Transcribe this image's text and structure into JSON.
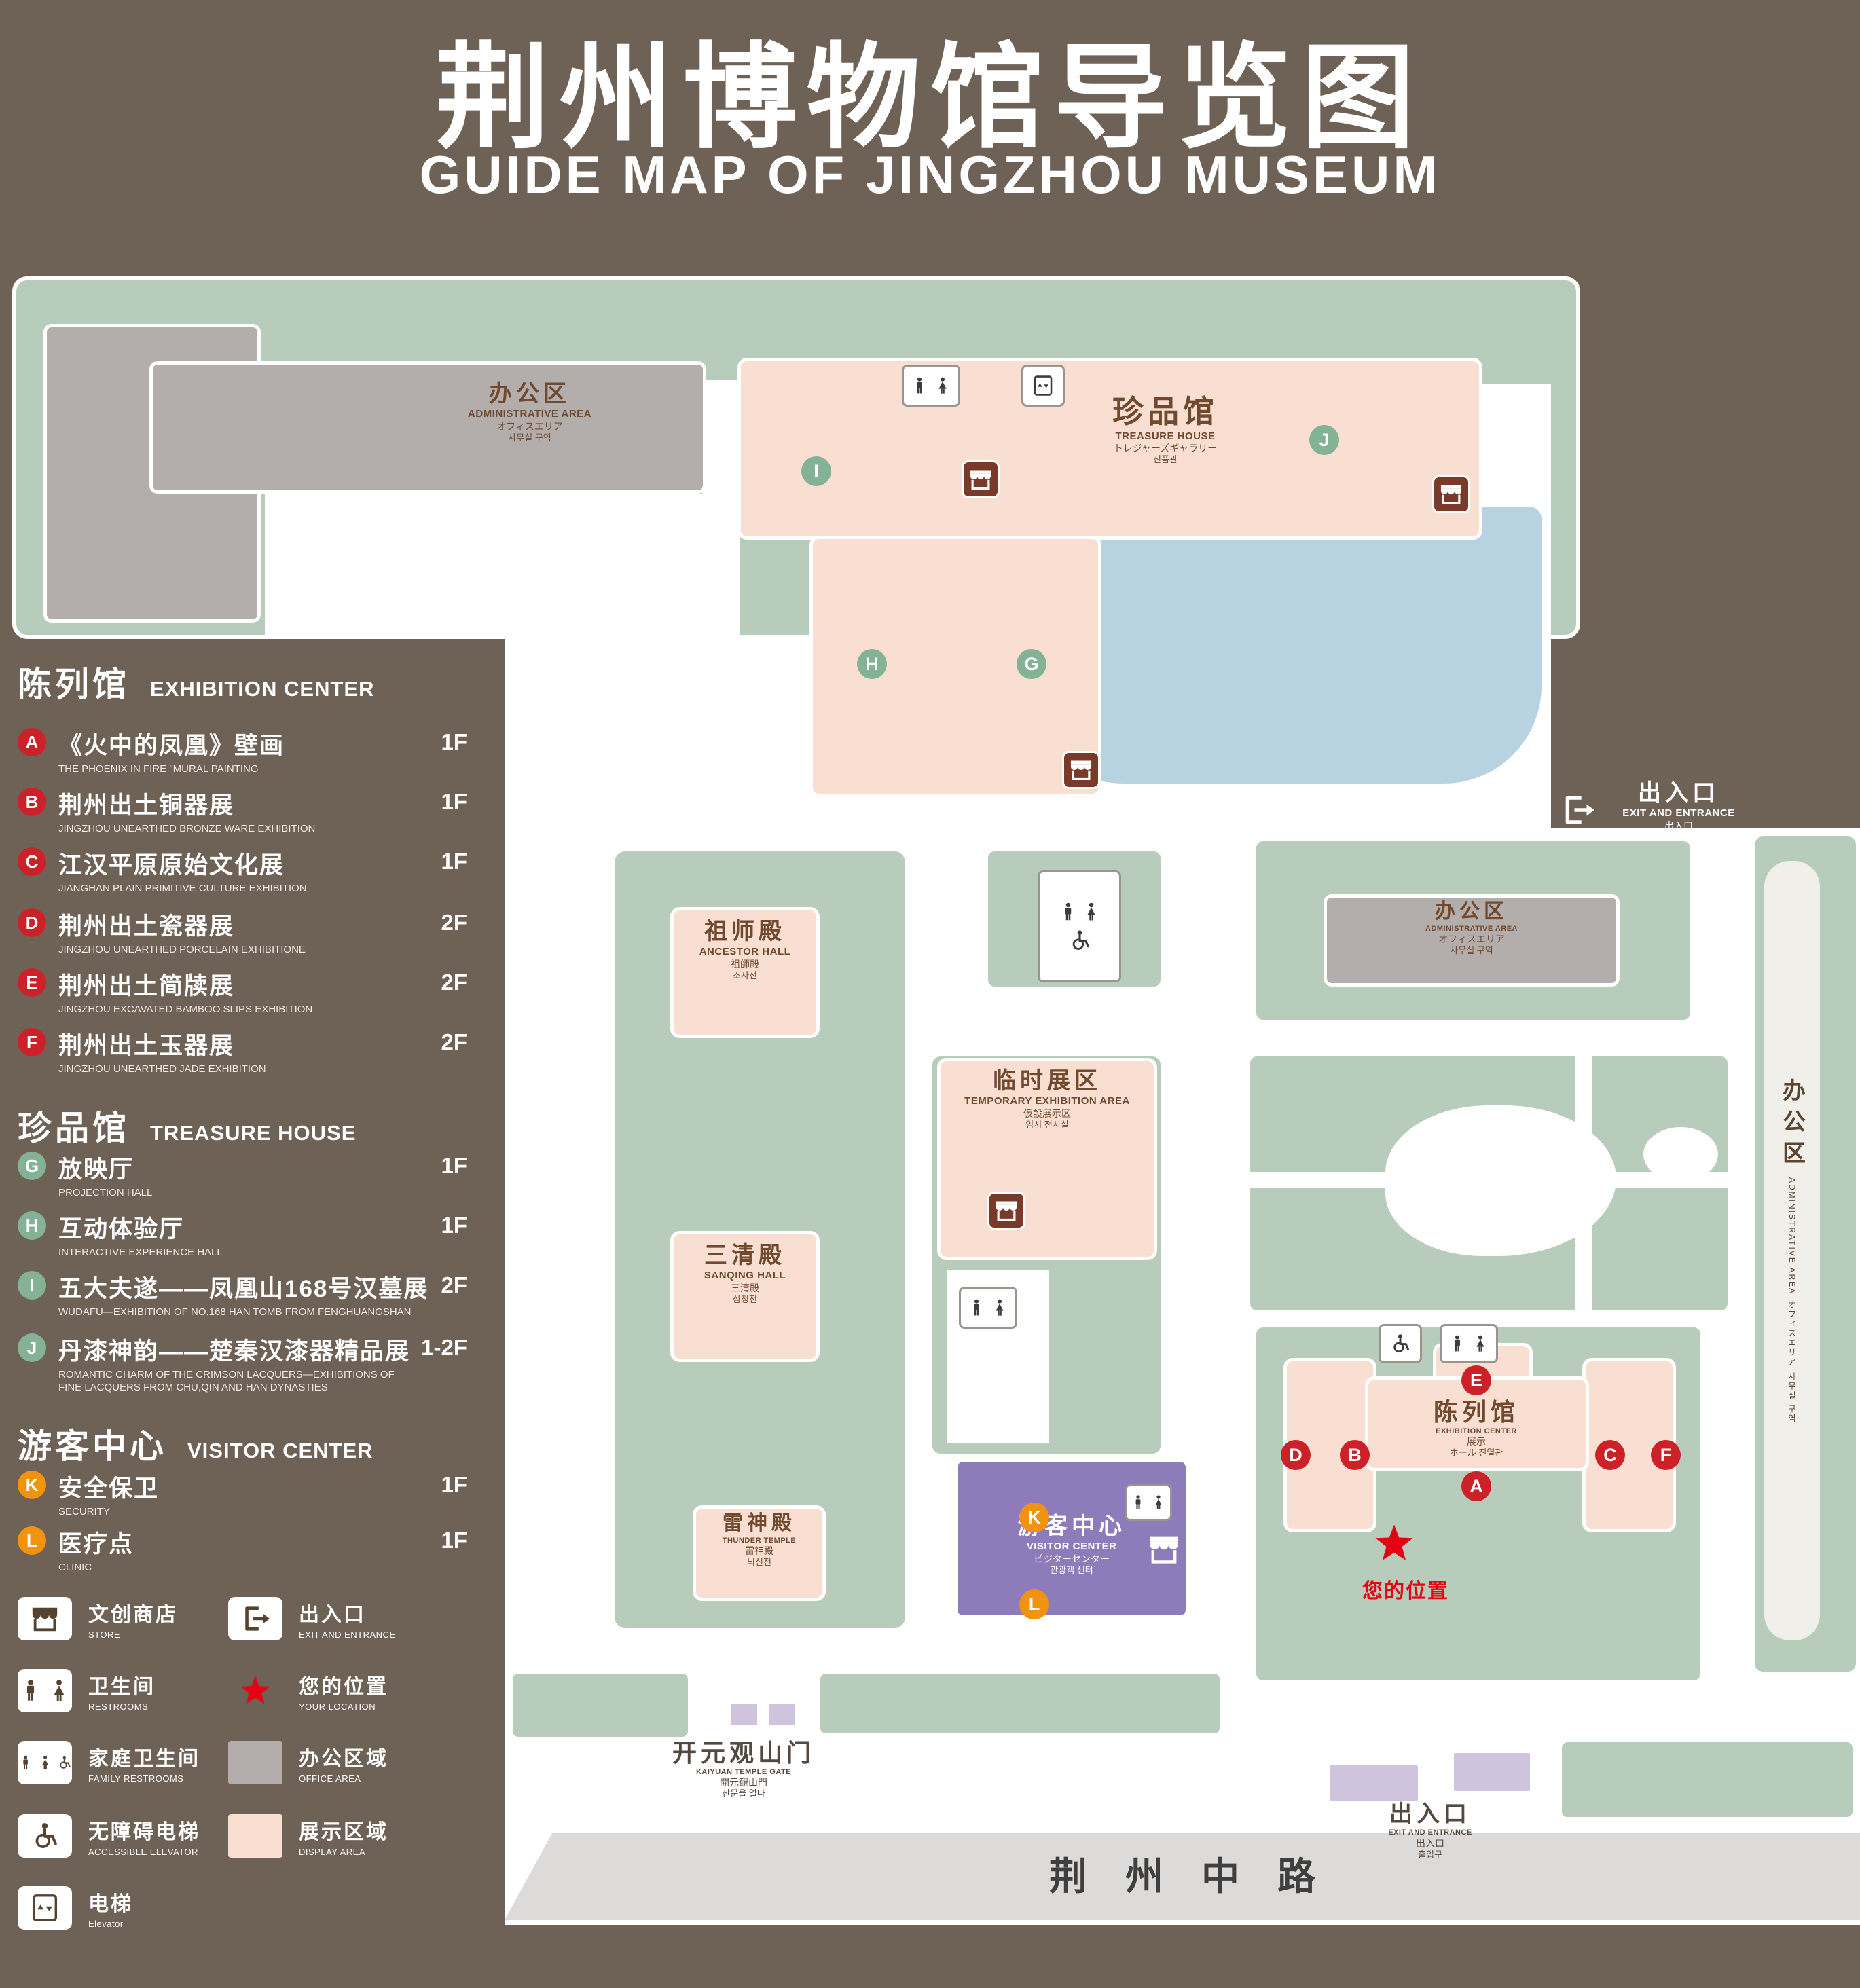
{
  "header": {
    "title_zh": "荆州博物馆导览图",
    "title_en": "GUIDE MAP OF JINGZHOU MUSEUM"
  },
  "sidebar": {
    "sections": [
      {
        "title_zh": "陈列馆",
        "title_en": "EXHIBITION CENTER",
        "items": [
          {
            "key": "A",
            "zh": "《火中的凤凰》壁画",
            "en": "THE PHOENIX IN FIRE \"MURAL PAINTING",
            "floor": "1F"
          },
          {
            "key": "B",
            "zh": "荆州出土铜器展",
            "en": "JINGZHOU UNEARTHED BRONZE WARE EXHIBITION",
            "floor": "1F"
          },
          {
            "key": "C",
            "zh": "江汉平原原始文化展",
            "en": "JIANGHAN PLAIN PRIMITIVE CULTURE EXHIBITION",
            "floor": "1F"
          },
          {
            "key": "D",
            "zh": "荆州出土瓷器展",
            "en": "JINGZHOU UNEARTHED PORCELAIN EXHIBITIONE",
            "floor": "2F"
          },
          {
            "key": "E",
            "zh": "荆州出土简牍展",
            "en": "JINGZHOU EXCAVATED BAMBOO SLIPS EXHIBITION",
            "floor": "2F"
          },
          {
            "key": "F",
            "zh": "荆州出土玉器展",
            "en": "JINGZHOU UNEARTHED JADE EXHIBITION",
            "floor": "2F"
          }
        ]
      },
      {
        "title_zh": "珍品馆",
        "title_en": "TREASURE HOUSE",
        "items": [
          {
            "key": "G",
            "zh": "放映厅",
            "en": "PROJECTION HALL",
            "floor": "1F"
          },
          {
            "key": "H",
            "zh": "互动体验厅",
            "en": "INTERACTIVE EXPERIENCE HALL",
            "floor": "1F"
          },
          {
            "key": "I",
            "zh": "五大夫遂——凤凰山168号汉墓展",
            "en": "WUDAFU—EXHIBITION OF NO.168 HAN TOMB FROM FENGHUANGSHAN",
            "floor": "2F"
          },
          {
            "key": "J",
            "zh": "丹漆神韵——楚秦汉漆器精品展",
            "en": "ROMANTIC CHARM OF THE CRIMSON LACQUERS—EXHIBITIONS OF FINE LACQUERS FROM CHU,QIN AND HAN DYNASTIES",
            "floor": "1-2F"
          }
        ]
      },
      {
        "title_zh": "游客中心",
        "title_en": "VISITOR CENTER",
        "items": [
          {
            "key": "K",
            "zh": "安全保卫",
            "en": "SECURITY",
            "floor": "1F"
          },
          {
            "key": "L",
            "zh": "医疗点",
            "en": "CLINIC",
            "floor": "1F"
          }
        ]
      }
    ],
    "legend": [
      {
        "zh": "文创商店",
        "en": "STORE"
      },
      {
        "zh": "出入口",
        "en": "EXIT AND ENTRANCE"
      },
      {
        "zh": "卫生间",
        "en": "RESTROOMS"
      },
      {
        "zh": "您的位置",
        "en": "YOUR LOCATION"
      },
      {
        "zh": "家庭卫生间",
        "en": "FAMILY RESTROOMS"
      },
      {
        "zh": "办公区域",
        "en": "OFFICE AREA"
      },
      {
        "zh": "无障碍电梯",
        "en": "ACCESSIBLE ELEVATOR"
      },
      {
        "zh": "展示区域",
        "en": "DISPLAY AREA"
      },
      {
        "zh": "电梯",
        "en": "Elevator"
      }
    ]
  },
  "map": {
    "admin": {
      "zh": "办公区",
      "en": "ADMINISTRATIVE AREA",
      "ja": "オフィスエリア",
      "ko": "사무실 구역"
    },
    "treasure_house": {
      "zh": "珍品馆",
      "en": "TREASURE HOUSE",
      "ja": "トレジャーズギャラリー",
      "ko": "진품관"
    },
    "exit": {
      "zh": "出入口",
      "en": "EXIT AND ENTRANCE",
      "ja": "出入口",
      "ko": "출입구"
    },
    "ancestor_hall": {
      "zh": "祖师殿",
      "en": "ANCESTOR HALL",
      "ja": "祖師殿",
      "ko": "조사전"
    },
    "temporary_area": {
      "zh": "临时展区",
      "en": "TEMPORARY EXHIBITION AREA",
      "ja": "仮設展示区",
      "ko": "임시 전시실"
    },
    "sanqing_hall": {
      "zh": "三清殿",
      "en": "SANQING HALL",
      "ja": "三清殿",
      "ko": "삼청전"
    },
    "exhibition_center": {
      "zh": "陈列馆",
      "en": "EXHIBITION CENTER",
      "ja": "展示",
      "ko": "ホール 진열관"
    },
    "thunder_temple": {
      "zh": "雷神殿",
      "en": "THUNDER TEMPLE",
      "ja": "雷神殿",
      "ko": "뇌신전"
    },
    "visitor_center": {
      "zh": "游客中心",
      "en": "VISITOR CENTER",
      "ja": "ビジターセンター",
      "ko": "관광객 센터"
    },
    "gate": {
      "zh": "开元观山门",
      "en": "KAIYUAN TEMPLE GATE",
      "ja": "開元観山門",
      "ko": "산문을 열다"
    },
    "your_location": "您的位置",
    "road": "荆州中路",
    "markers": {
      "A": "A",
      "B": "B",
      "C": "C",
      "D": "D",
      "E": "E",
      "F": "F",
      "G": "G",
      "H": "H",
      "I": "I",
      "J": "J",
      "K": "K",
      "L": "L"
    }
  },
  "colors": {
    "background": "#6e6156",
    "grounds_green": "#b7ccba",
    "display_pink": "#f8dfd2",
    "office_gray": "#b3aeab",
    "lake_blue": "#b7d3e2",
    "visitor_purple": "#8d7cb9",
    "entrance_lavender": "#cfc3dd",
    "marker_red": "#cc2128",
    "marker_green": "#84b297",
    "marker_orange": "#f2930e",
    "location_red": "#e60012",
    "shop_brown": "#7a3a2a",
    "road_gray": "#dcdbd9"
  }
}
